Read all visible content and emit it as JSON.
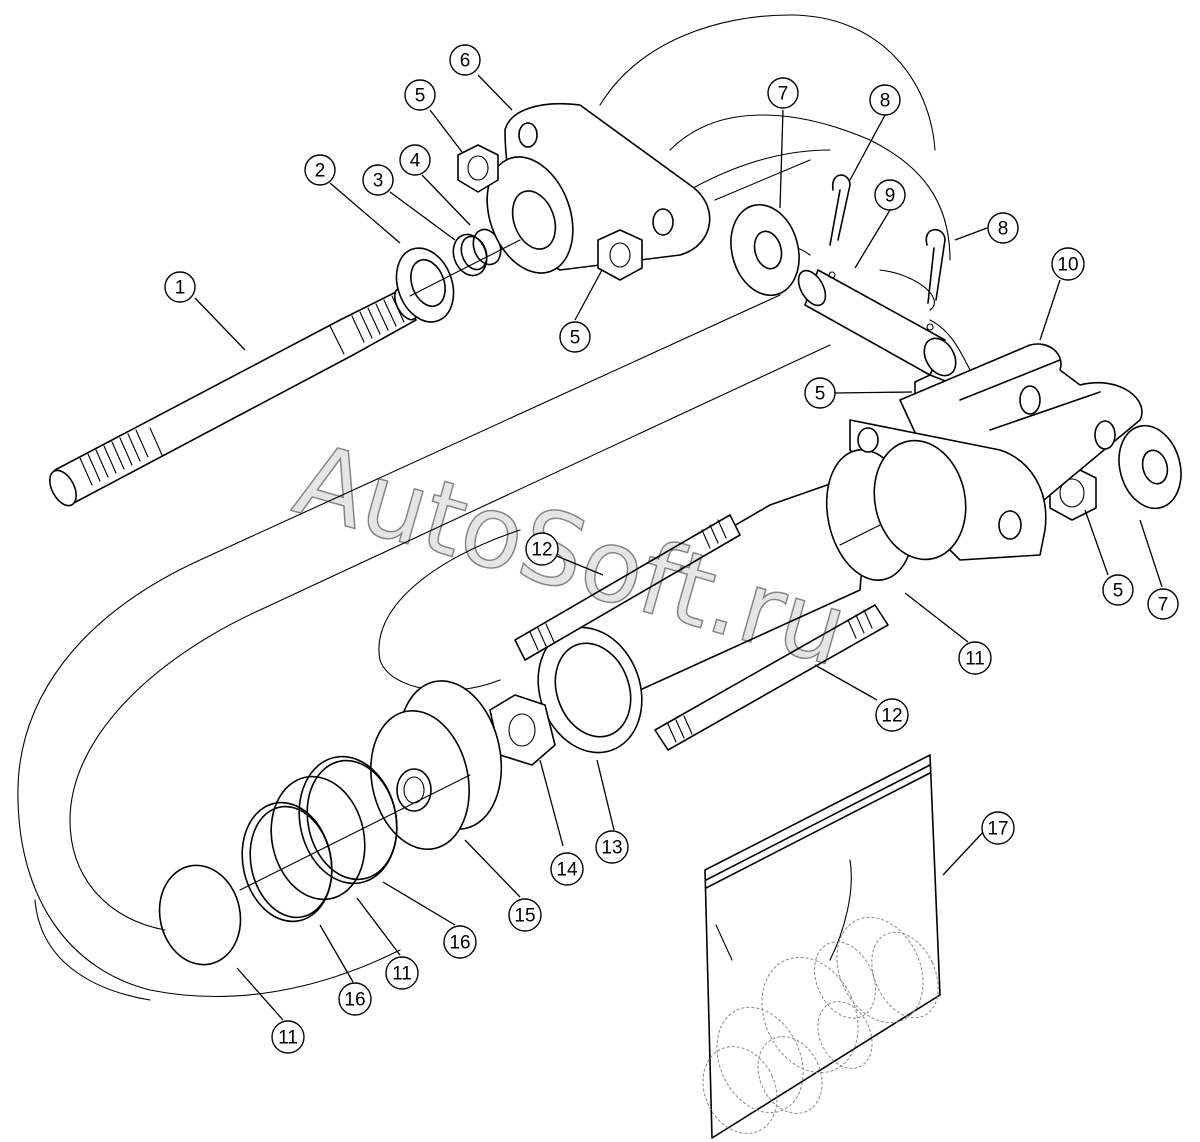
{
  "watermark": "AutoSoft.ru",
  "callouts": [
    {
      "id": "c1",
      "label": "1"
    },
    {
      "id": "c2",
      "label": "2"
    },
    {
      "id": "c3",
      "label": "3"
    },
    {
      "id": "c4",
      "label": "4"
    },
    {
      "id": "c5a",
      "label": "5"
    },
    {
      "id": "c5b",
      "label": "5"
    },
    {
      "id": "c5c",
      "label": "5"
    },
    {
      "id": "c5d",
      "label": "5"
    },
    {
      "id": "c6",
      "label": "6"
    },
    {
      "id": "c7a",
      "label": "7"
    },
    {
      "id": "c7b",
      "label": "7"
    },
    {
      "id": "c8a",
      "label": "8"
    },
    {
      "id": "c8b",
      "label": "8"
    },
    {
      "id": "c9",
      "label": "9"
    },
    {
      "id": "c10",
      "label": "10"
    },
    {
      "id": "c11a",
      "label": "11"
    },
    {
      "id": "c11b",
      "label": "11"
    },
    {
      "id": "c11c",
      "label": "11"
    },
    {
      "id": "c12a",
      "label": "12"
    },
    {
      "id": "c12b",
      "label": "12"
    },
    {
      "id": "c13",
      "label": "13"
    },
    {
      "id": "c14",
      "label": "14"
    },
    {
      "id": "c15",
      "label": "15"
    },
    {
      "id": "c16a",
      "label": "16"
    },
    {
      "id": "c16b",
      "label": "16"
    },
    {
      "id": "c17",
      "label": "17"
    }
  ]
}
